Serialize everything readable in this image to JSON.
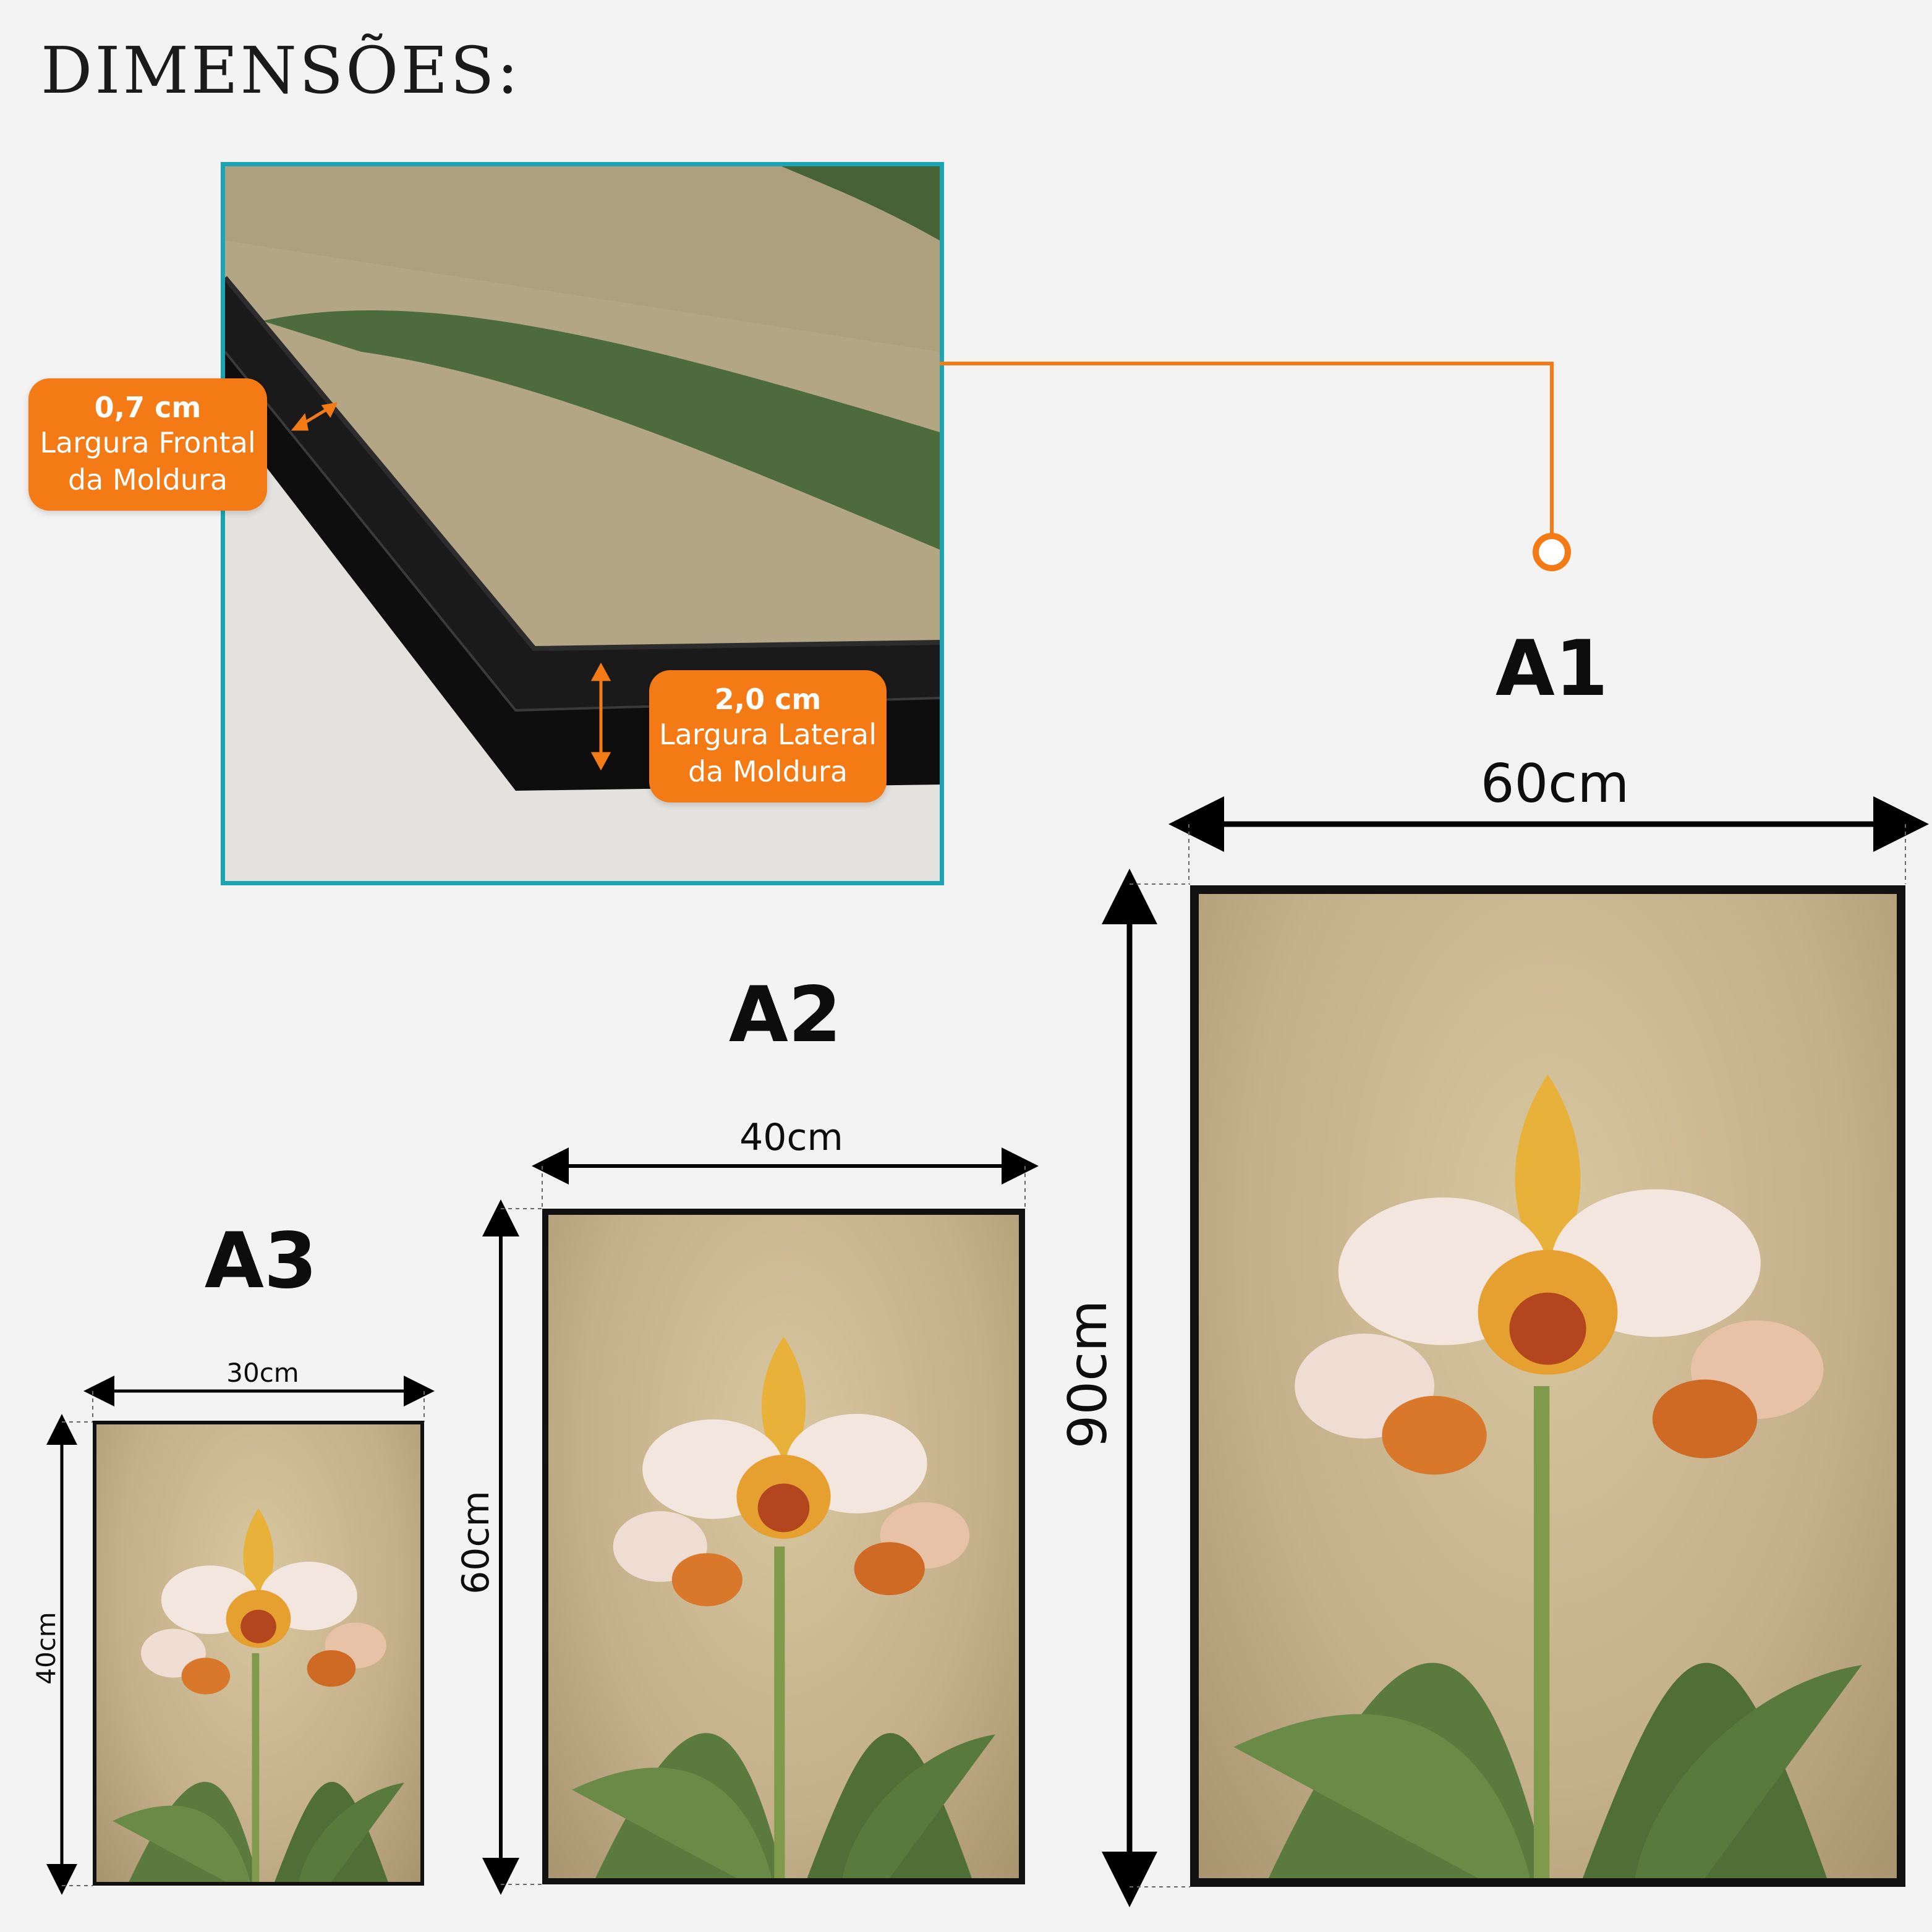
{
  "title": "DIMENSÕES:",
  "callouts": {
    "front": {
      "value": "0,7 cm",
      "line1": "Largura Frontal",
      "line2": "da Moldura"
    },
    "side": {
      "value": "2,0 cm",
      "line1": "Largura Lateral",
      "line2": "da Moldura"
    }
  },
  "sizes": {
    "a1": {
      "name": "A1",
      "width": "60cm",
      "height": "90cm"
    },
    "a2": {
      "name": "A2",
      "width": "40cm",
      "height": "60cm"
    },
    "a3": {
      "name": "A3",
      "width": "30cm",
      "height": "40cm"
    }
  },
  "colors": {
    "accent": "#f37a14",
    "detail_border": "#1aa4b4",
    "frame": "#111111",
    "background": "#f3f3f3"
  }
}
